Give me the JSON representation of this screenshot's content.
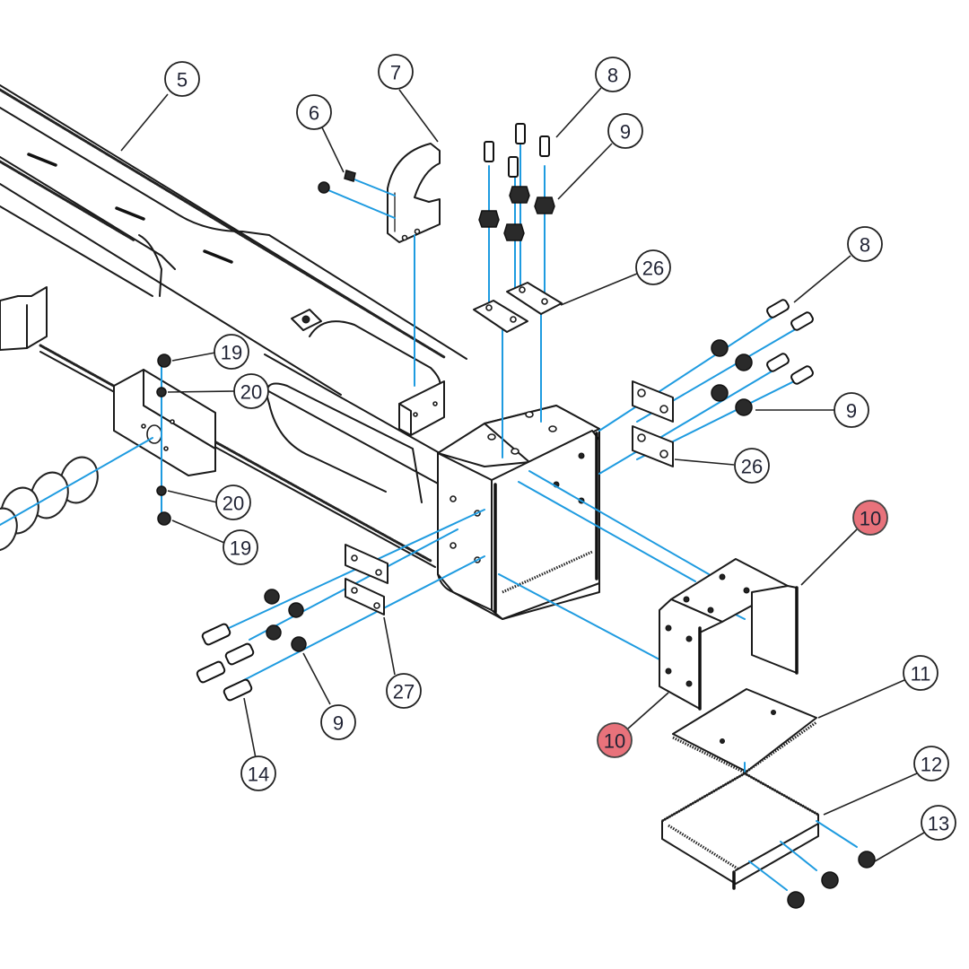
{
  "diagram": {
    "title": "Exploded parts assembly - frame tube end with brackets",
    "accent_line_color": "#1e9be0",
    "highlight_callout_color": "#e8727b",
    "callouts": [
      {
        "id": "c5",
        "label": "5",
        "part": "main-frame-tube",
        "highlighted": false
      },
      {
        "id": "c6",
        "label": "6",
        "part": "clamp-bolt",
        "highlighted": false
      },
      {
        "id": "c7",
        "label": "7",
        "part": "hook-bracket",
        "highlighted": false
      },
      {
        "id": "c8a",
        "label": "8",
        "part": "top-bolt",
        "highlighted": false
      },
      {
        "id": "c9a",
        "label": "9",
        "part": "top-nut",
        "highlighted": false
      },
      {
        "id": "c26a",
        "label": "26",
        "part": "top-backing-plate",
        "highlighted": false
      },
      {
        "id": "c8b",
        "label": "8",
        "part": "side-bolt",
        "highlighted": false
      },
      {
        "id": "c9b",
        "label": "9",
        "part": "side-nut",
        "highlighted": false
      },
      {
        "id": "c26b",
        "label": "26",
        "part": "side-backing-plate",
        "highlighted": false
      },
      {
        "id": "c19a",
        "label": "19",
        "part": "upper-cap-nut",
        "highlighted": false
      },
      {
        "id": "c20a",
        "label": "20",
        "part": "upper-washer",
        "highlighted": false
      },
      {
        "id": "c20b",
        "label": "20",
        "part": "lower-washer",
        "highlighted": false
      },
      {
        "id": "c19b",
        "label": "19",
        "part": "lower-cap-nut",
        "highlighted": false
      },
      {
        "id": "c10a",
        "label": "10",
        "part": "u-bracket-upper",
        "highlighted": true
      },
      {
        "id": "c10b",
        "label": "10",
        "part": "u-bracket-lower",
        "highlighted": true
      },
      {
        "id": "c11",
        "label": "11",
        "part": "base-plate",
        "highlighted": false
      },
      {
        "id": "c12",
        "label": "12",
        "part": "foot-tray",
        "highlighted": false
      },
      {
        "id": "c13",
        "label": "13",
        "part": "tray-screw",
        "highlighted": false
      },
      {
        "id": "c27",
        "label": "27",
        "part": "left-backing-plate",
        "highlighted": false
      },
      {
        "id": "c9c",
        "label": "9",
        "part": "left-nut",
        "highlighted": false
      },
      {
        "id": "c14",
        "label": "14",
        "part": "left-bolt",
        "highlighted": false
      }
    ]
  }
}
